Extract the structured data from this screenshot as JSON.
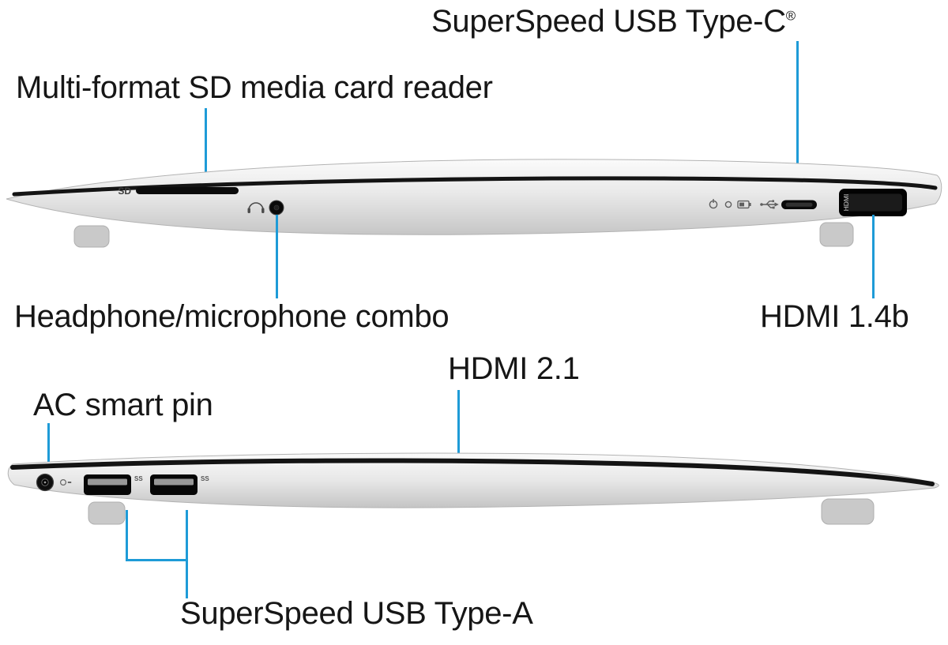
{
  "colors": {
    "callout": "#1e9bd7"
  },
  "top_view": {
    "labels": {
      "usb_c": "SuperSpeed USB Type-C",
      "usb_c_reg": "®",
      "sd_reader": "Multi-format SD media card reader",
      "headphone": "Headphone/microphone combo",
      "hdmi": "HDMI 1.4b"
    },
    "markings": {
      "sd": "SD",
      "hdmi": "HDMI"
    }
  },
  "bottom_view": {
    "labels": {
      "hdmi": "HDMI 2.1",
      "ac_pin": "AC smart pin",
      "usb_a": "SuperSpeed USB Type-A"
    },
    "markings": {
      "ss1": "SS",
      "ss2": "SS"
    }
  },
  "icons": {
    "headphone": "headphone-icon",
    "power": "power-status-icon",
    "battery": "battery-status-icon",
    "usb_trident": "usb-trident-icon",
    "ac_adapter": "ac-adapter-icon"
  }
}
